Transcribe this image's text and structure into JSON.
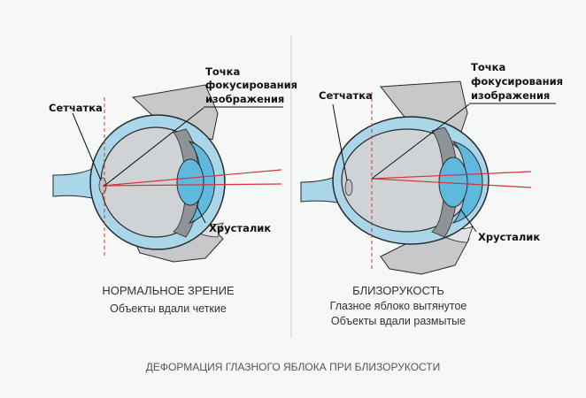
{
  "left": {
    "retina_label": "Сетчатка",
    "focus_label_lines": [
      "Точка",
      "фокусирования",
      "изображения"
    ],
    "lens_label": "Хрусталик",
    "title": "НОРМАЛЬНОЕ ЗРЕНИЕ",
    "subtitle": "Объекты вдали четкие"
  },
  "right": {
    "retina_label": "Сетчатка",
    "focus_label_lines": [
      "Точка",
      "фокусирования",
      "изображения"
    ],
    "lens_label": "Хрусталик",
    "title": "БЛИЗОРУКОСТЬ",
    "subtitle_lines": [
      "Глазное яблоко вытянутое",
      "Объекты вдали размытые"
    ]
  },
  "caption": "ДЕФОРМАЦИЯ ГЛАЗНОГО ЯБЛОКА ПРИ БЛИЗОРУКОСТИ",
  "colors": {
    "eye_outer": "#a9d6e8",
    "eye_stroke": "#2a2a2a",
    "eye_inner": "#cfd3d6",
    "lens": "#5fb8de",
    "ray": "#d4353a",
    "bone": "#c6c8ca",
    "divider": "#c9ced1"
  }
}
